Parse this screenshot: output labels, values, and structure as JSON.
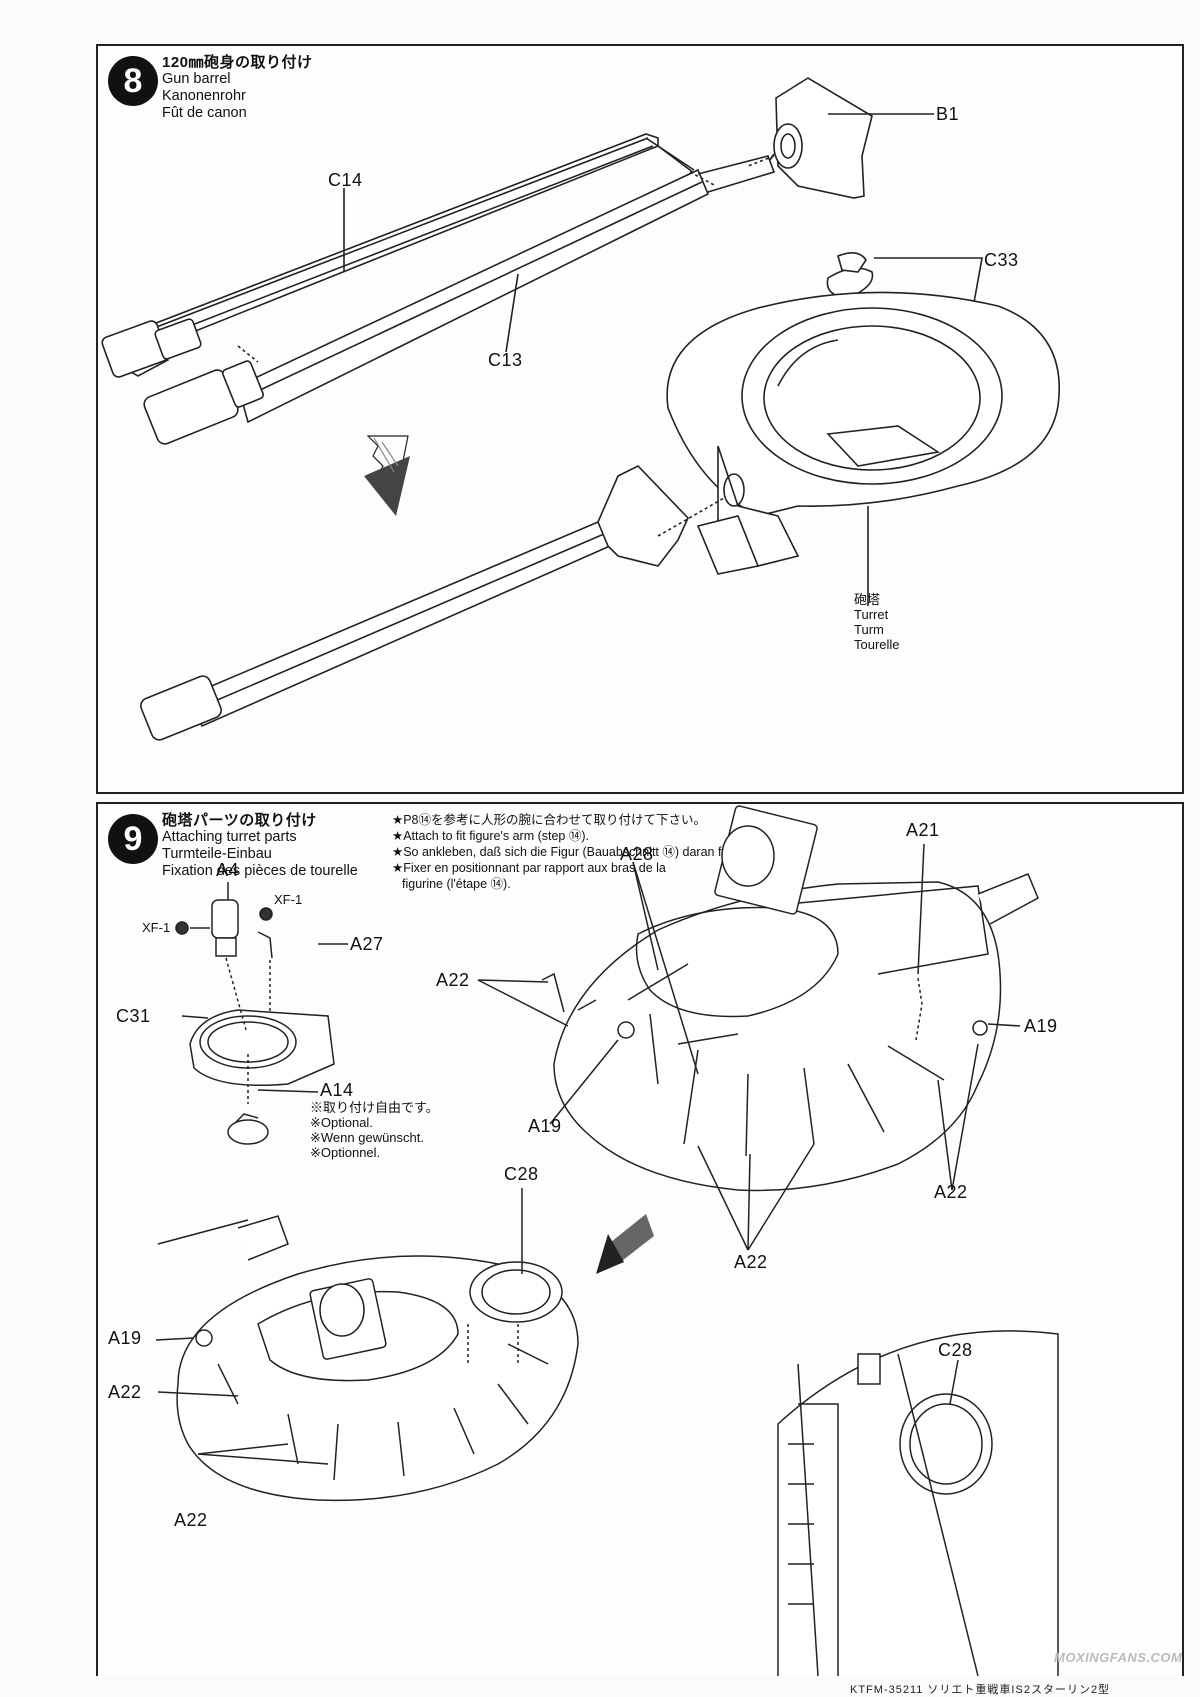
{
  "step8": {
    "number": "8",
    "title_jp": "120㎜砲身の取り付け",
    "title_en": "Gun barrel",
    "title_de": "Kanonenrohr",
    "title_fr": "Fût de canon",
    "labels": {
      "b1": "B1",
      "c14": "C14",
      "c13": "C13",
      "c33": "C33"
    },
    "turret_jp": "砲塔",
    "turret_en": "Turret",
    "turret_de": "Turm",
    "turret_fr": "Tourelle"
  },
  "step9": {
    "number": "9",
    "title_jp": "砲塔パーツの取り付け",
    "title_en": "Attaching turret parts",
    "title_de": "Turmteile-Einbau",
    "title_fr": "Fixation des pièces de tourelle",
    "note_jp": "★P8⑭を参考に人形の腕に合わせて取り付けて下さい。",
    "note_en": "★Attach to fit figure's arm (step ⑭).",
    "note_de": "★So ankleben, daß sich die Figur (Bauabschnitt ⑭) daran festhalten kann.",
    "note_fr1": "★Fixer en positionnant par rapport aux bras de la",
    "note_fr2": "figurine (l'étape ⑭).",
    "labels": {
      "a4": "A4",
      "xf1_left": "XF-1",
      "xf1_right": "XF-1",
      "a27": "A27",
      "c31": "C31",
      "a14": "A14",
      "a28": "A28",
      "a21": "A21",
      "a22_left": "A22",
      "a19_right": "A19",
      "a19_mid": "A19",
      "a22_right": "A22",
      "a22_bottom": "A22",
      "c28_top": "C28",
      "a19_low": "A19",
      "a22_low": "A22",
      "a22_lowest": "A22",
      "c28_inset": "C28"
    },
    "optional_jp": "※取り付け自由です。",
    "optional_en": "※Optional.",
    "optional_de": "※Wenn gewünscht.",
    "optional_fr": "※Optionnel."
  },
  "footer": "KTFM-35211 ソリエト重戦車IS2スターリン2型",
  "watermark": "MOXINGFANS.COM"
}
